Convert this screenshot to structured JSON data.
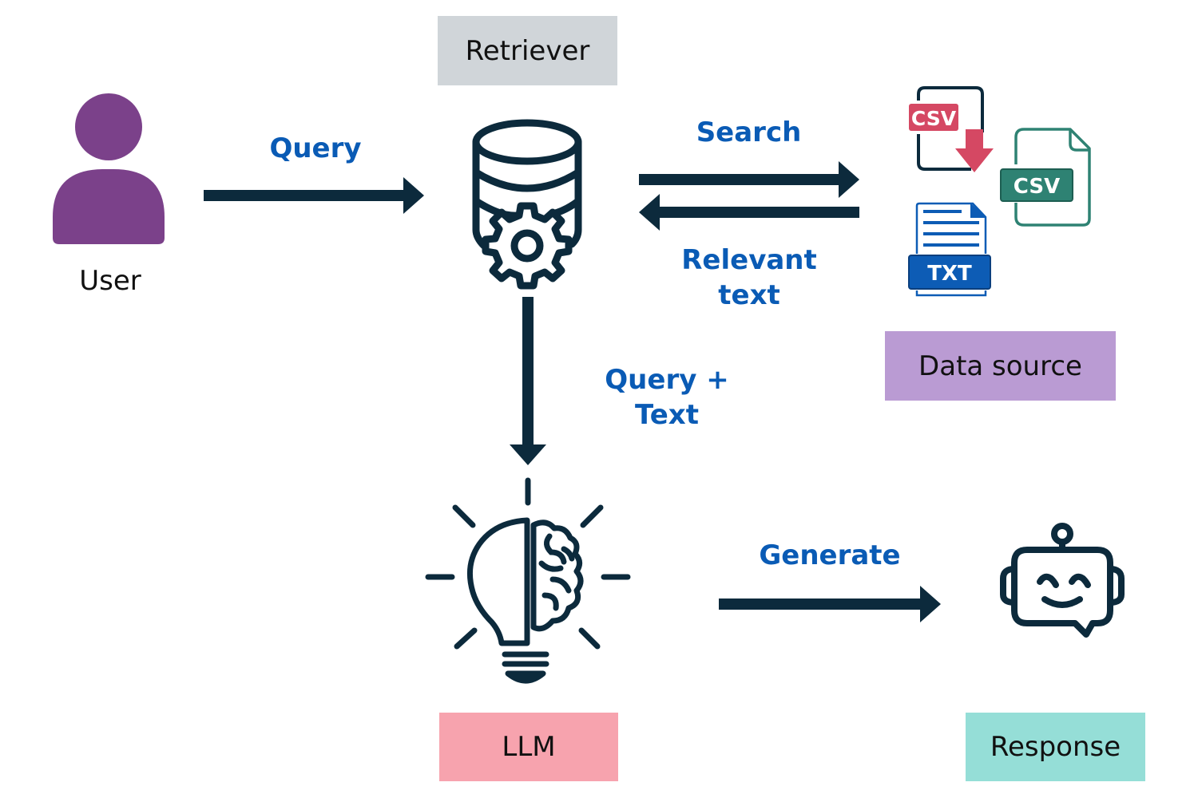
{
  "title": "RAG pipeline: User, Retriever, Data source, LLM, Response",
  "colors": {
    "dark": "#0c2a3c",
    "label_blue": "#0a5bb5",
    "user_purple": "#7b418a",
    "retriever_box": "#d0d5d9",
    "datasource_box": "#ba9bd3",
    "llm_box": "#f7a3ae",
    "response_box": "#95ded7",
    "csv_red": "#d54863",
    "csv_teal": "#2e8273",
    "txt_blue": "#0d5cb5"
  },
  "nodes": {
    "user": {
      "label": "User",
      "icon": "user-icon"
    },
    "retriever": {
      "label": "Retriever",
      "icon": "database-gear-icon"
    },
    "data_source": {
      "label": "Data source",
      "files": [
        {
          "type": "CSV",
          "icon": "csv-download-icon"
        },
        {
          "type": "CSV",
          "icon": "csv-file-icon"
        },
        {
          "type": "TXT",
          "icon": "txt-file-icon"
        }
      ]
    },
    "llm": {
      "label": "LLM",
      "icon": "lightbulb-brain-icon"
    },
    "response": {
      "label": "Response",
      "icon": "chatbot-icon"
    }
  },
  "edges": {
    "query": {
      "label": "Query",
      "from": "User",
      "to": "Retriever"
    },
    "search": {
      "label": "Search",
      "from": "Retriever",
      "to": "Data source"
    },
    "relevant_text": {
      "label_line1": "Relevant",
      "label_line2": "text",
      "from": "Data source",
      "to": "Retriever"
    },
    "query_text": {
      "label": "Query + Text",
      "from": "Retriever",
      "to": "LLM"
    },
    "generate": {
      "label": "Generate",
      "from": "LLM",
      "to": "Response"
    }
  }
}
